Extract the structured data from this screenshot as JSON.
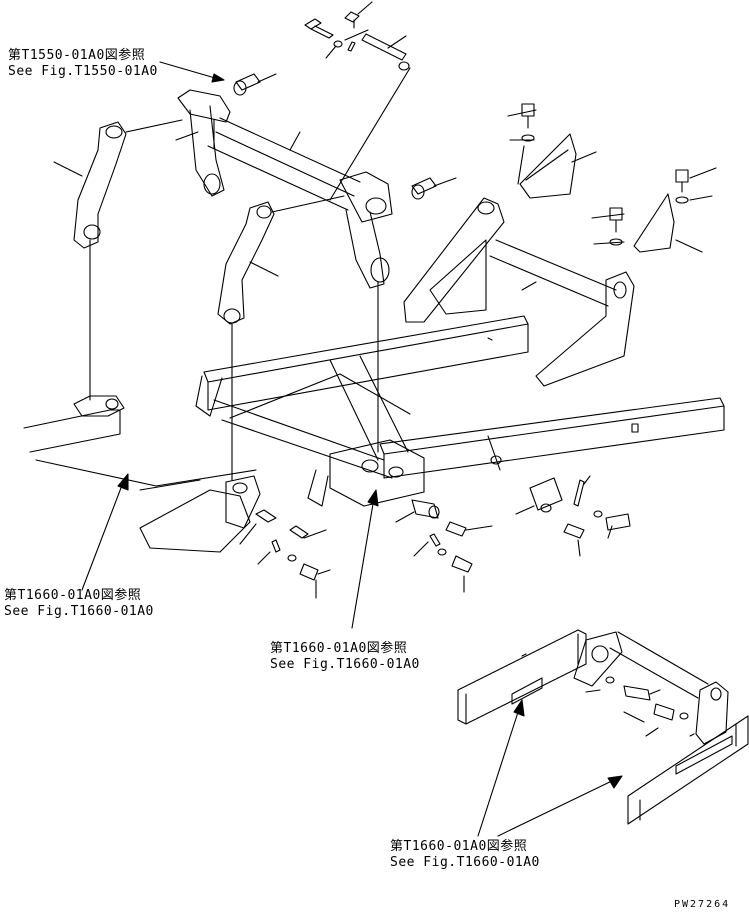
{
  "references": [
    {
      "jp": "第T1550-01A0図参照",
      "en": "See Fig.T1550-01A0"
    },
    {
      "jp": "第T1660-01A0図参照",
      "en": "See Fig.T1660-01A0"
    },
    {
      "jp": "第T1660-01A0図参照",
      "en": "See Fig.T1660-01A0"
    },
    {
      "jp": "第T1660-01A0図参照",
      "en": "See Fig.T1660-01A0"
    }
  ],
  "drawing_code": "PW27264"
}
